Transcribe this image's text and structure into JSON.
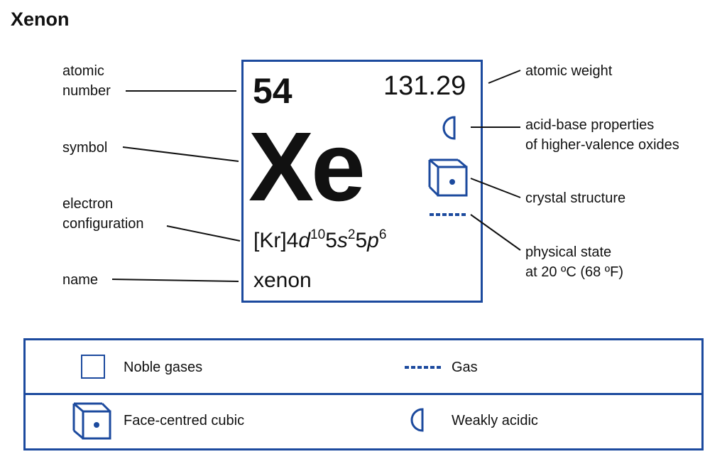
{
  "title": "Xenon",
  "element": {
    "atomic_number": "54",
    "atomic_weight": "131.29",
    "symbol": "Xe",
    "config_core": "[Kr]4",
    "config_d": "d",
    "config_d_exp": "10",
    "config_5": "5",
    "config_s": "s",
    "config_s_exp": "2",
    "config_5b": "5",
    "config_p": "p",
    "config_p_exp": "6",
    "name": "xenon"
  },
  "callouts": {
    "atomic_number_1": "atomic",
    "atomic_number_2": "number",
    "symbol": "symbol",
    "electron_config_1": "electron",
    "electron_config_2": "configuration",
    "name": "name",
    "atomic_weight": "atomic weight",
    "acid_base_1": "acid-base properties",
    "acid_base_2": "of higher-valence oxides",
    "crystal_structure": "crystal structure",
    "physical_state_1": "physical state",
    "physical_state_2": "at 20 ºC (68 ºF)"
  },
  "legend": {
    "noble_gases": "Noble gases",
    "gas": "Gas",
    "face_centred_cubic": "Face-centred cubic",
    "weakly_acidic": "Weakly acidic"
  },
  "colors": {
    "accent": "#1c4a9e",
    "text": "#111111",
    "background": "#ffffff"
  },
  "icons": [
    "half-circle-acid-icon",
    "cube-fcc-icon",
    "dashed-gas-line-icon",
    "square-noble-gas-icon"
  ]
}
